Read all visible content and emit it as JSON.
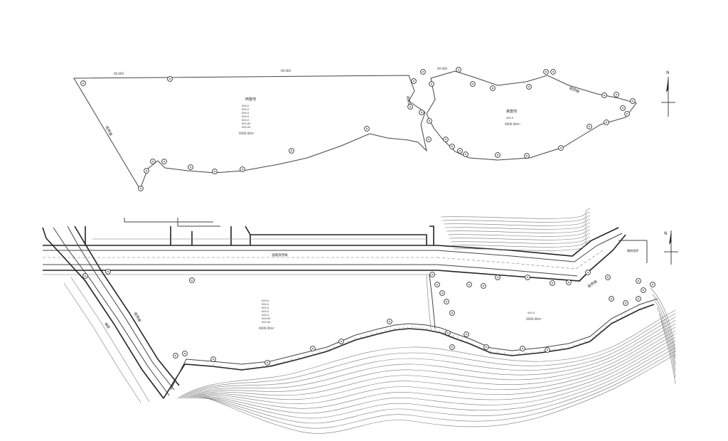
{
  "top_plan": {
    "west_block": {
      "name": "西整地",
      "lot_rows": [
        "000-0",
        "000-0",
        "000-0",
        "000-0",
        "000-0",
        "000-00",
        "000-00"
      ],
      "area": "0000.00m²",
      "boundary_left_label": "境界線"
    },
    "east_block": {
      "name": "東整地",
      "lot_rows": [
        "000-0"
      ],
      "area": "0000.00m²",
      "boundary_label": "境界線"
    },
    "middle_label": "道路境界",
    "edge_dims": [
      "00.000",
      "00.000",
      "00.000"
    ]
  },
  "bottom_plan": {
    "road_label": "道路境界線",
    "west_block": {
      "lot_rows": [
        "000-0",
        "000-0",
        "000-0",
        "000-0",
        "000-0",
        "000-00",
        "000-00"
      ],
      "area": "0000.00m²",
      "boundary_label": "境界線"
    },
    "east_block": {
      "lot_rows": [
        "000-0"
      ],
      "area": "0000.00m²",
      "boundary_label": "境界線"
    },
    "corner_label": "隣地境界",
    "left_wall_label": "擁壁"
  },
  "north_arrow_label": "N"
}
